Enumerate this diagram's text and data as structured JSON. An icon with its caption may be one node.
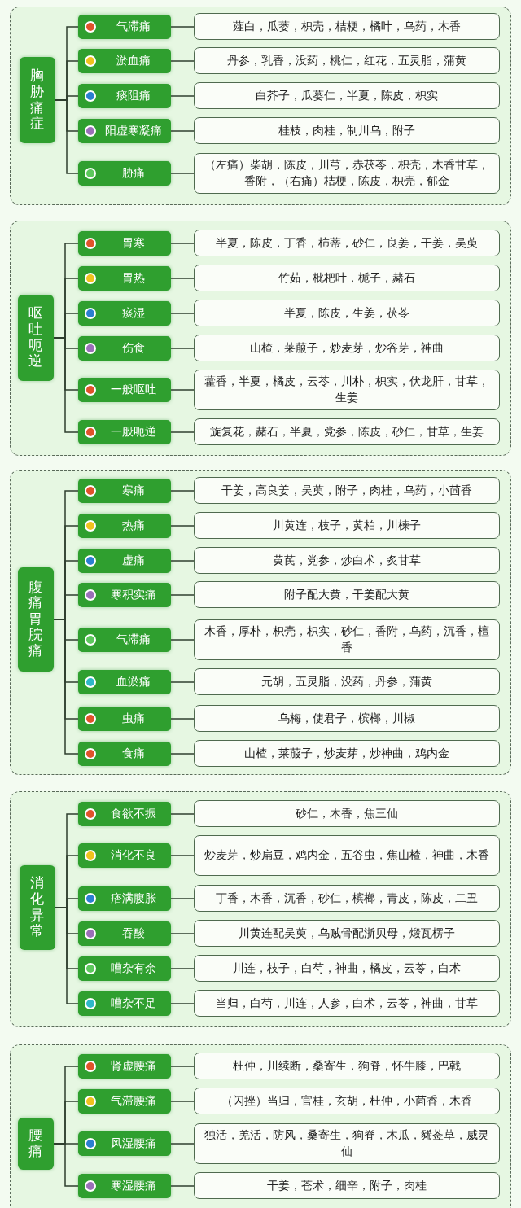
{
  "diagram": {
    "nodes": [
      {
        "text": [],
        "shape": "box"
      },
      {
        "text": [
          "胸胁痛症"
        ],
        "in": 0
      },
      {
        "text": [
          "气滞痛"
        ],
        "in": 0
      },
      {
        "text": [
          "薤白，瓜蒌，枳壳，桔梗，橘叶，乌药，木香"
        ],
        "in": 0
      },
      {
        "text": [
          "淤血痛"
        ],
        "in": 0
      },
      {
        "text": [
          "丹参，乳香，没药，桃仁，红花，五灵脂，蒲黄"
        ],
        "in": 0
      },
      {
        "text": [
          "痰阻痛"
        ],
        "in": 0
      },
      {
        "text": [
          "白芥子，瓜蒌仁，半夏，陈皮，枳实"
        ],
        "in": 0
      },
      {
        "text": [
          "阳虚寒凝痛"
        ],
        "in": 0
      },
      {
        "text": [
          "桂枝，肉桂，制川乌，附子"
        ],
        "in": 0
      },
      {
        "text": [
          "胁痛"
        ],
        "in": 0
      },
      {
        "text": [
          "（左痛）柴胡，陈皮，川芎，赤茯苓，枳壳，木香甘草，香附，（右痛）桔梗，陈皮，枳壳，郁金"
        ],
        "in": 0
      },
      {
        "text": [],
        "shape": "box"
      },
      {
        "text": [
          "呕吐呃逆"
        ],
        "in": 12
      },
      {
        "text": [
          "胃寒"
        ],
        "in": 12
      },
      {
        "text": [
          "半夏，陈皮，丁香，柿蒂，砂仁，良姜，干姜，吴萸"
        ],
        "in": 12
      },
      {
        "text": [
          "胃热"
        ],
        "in": 12
      },
      {
        "text": [
          "竹茹，枇杷叶，栀子，赭石"
        ],
        "in": 12
      },
      {
        "text": [
          "痰湿"
        ],
        "in": 12
      },
      {
        "text": [
          "半夏，陈皮，生姜，茯苓"
        ],
        "in": 12
      },
      {
        "text": [
          "伤食"
        ],
        "in": 12
      },
      {
        "text": [
          "山楂，莱菔子，炒麦芽，炒谷芽，神曲"
        ],
        "in": 12
      },
      {
        "text": [
          "一般呕吐"
        ],
        "in": 12
      },
      {
        "text": [
          "藿香，半夏，橘皮，云苓，川朴，枳实，伏龙肝，甘草，生姜"
        ],
        "in": 12
      },
      {
        "text": [
          "一般呃逆"
        ],
        "in": 12
      },
      {
        "text": [
          "旋复花，赭石，半夏，党参，陈皮，砂仁，甘草，生姜"
        ],
        "in": 12
      },
      {
        "text": [],
        "shape": "box"
      },
      {
        "text": [
          "腹痛胃脘痛"
        ],
        "in": 26
      },
      {
        "text": [
          "寒痛"
        ],
        "in": 26
      },
      {
        "text": [
          "干姜，高良姜，吴萸，附子，肉桂，乌药，小茴香"
        ],
        "in": 26
      },
      {
        "text": [
          "热痛"
        ],
        "in": 26
      },
      {
        "text": [
          "川黄连，枝子，黄柏，川楝子"
        ],
        "in": 26
      },
      {
        "text": [
          "虚痛"
        ],
        "in": 26
      },
      {
        "text": [
          "黄芪，党参，炒白术，炙甘草"
        ],
        "in": 26
      },
      {
        "text": [
          "寒积实痛"
        ],
        "in": 26
      },
      {
        "text": [
          "附子配大黄，干姜配大黄"
        ],
        "in": 26
      },
      {
        "text": [
          "气滞痛"
        ],
        "in": 26
      },
      {
        "text": [
          "木香，厚朴，枳壳，枳实，砂仁，香附，乌药，沉香，檀香"
        ],
        "in": 26
      },
      {
        "text": [
          "血淤痛"
        ],
        "in": 26
      },
      {
        "text": [
          "元胡，五灵脂，没药，丹参，蒲黄"
        ],
        "in": 26
      },
      {
        "text": [
          "虫痛"
        ],
        "in": 26
      },
      {
        "text": [
          "乌梅，使君子，槟榔，川椒"
        ],
        "in": 26
      },
      {
        "text": [
          "食痛"
        ],
        "in": 26
      },
      {
        "text": [
          "山楂，莱菔子，炒麦芽，炒神曲，鸡内金"
        ],
        "in": 26
      },
      {
        "text": [],
        "shape": "box"
      },
      {
        "text": [
          "消化异常"
        ],
        "in": 44
      },
      {
        "text": [
          "食欲不振"
        ],
        "in": 44
      },
      {
        "text": [
          "砂仁，木香，焦三仙"
        ],
        "in": 44
      },
      {
        "text": [
          "消化不良"
        ],
        "in": 44
      },
      {
        "text": [
          "炒麦芽，炒扁豆，鸡内金，五谷虫，焦山楂，神曲，木香"
        ],
        "in": 44
      },
      {
        "text": [
          "痞满腹胀"
        ],
        "in": 44
      },
      {
        "text": [
          "丁香，木香，沉香，砂仁，槟榔，青皮，陈皮，二丑"
        ],
        "in": 44
      },
      {
        "text": [
          "吞酸"
        ],
        "in": 44
      },
      {
        "text": [
          "川黄连配吴萸，乌贼骨配浙贝母，煅瓦楞子"
        ],
        "in": 44
      },
      {
        "text": [
          "嘈杂有余"
        ],
        "in": 44
      },
      {
        "text": [
          "川连，枝子，白芍，神曲，橘皮，云苓，白术"
        ],
        "in": 44
      },
      {
        "text": [
          "嘈杂不足"
        ],
        "in": 44
      },
      {
        "text": [
          "当归，白芍，川连，人参，白术，云苓，神曲，甘草"
        ],
        "in": 44
      },
      {
        "text": [],
        "shape": "box"
      },
      {
        "text": [
          "腰痛"
        ],
        "in": 58
      },
      {
        "text": [
          "肾虚腰痛"
        ],
        "in": 58
      },
      {
        "text": [
          "杜仲，川续断，桑寄生，狗脊，怀牛膝，巴戟"
        ],
        "in": 58
      },
      {
        "text": [
          "气滞腰痛"
        ],
        "in": 58
      },
      {
        "text": [
          "（闪挫）当归，官桂，玄胡，杜仲，小茴香，木香"
        ],
        "in": 58
      },
      {
        "text": [
          "风湿腰痛"
        ],
        "in": 58
      },
      {
        "text": [
          "独活，羌活，防风，桑寄生，狗脊，木瓜，豨莶草，威灵仙"
        ],
        "in": 58
      },
      {
        "text": [
          "寒湿腰痛"
        ],
        "in": 58
      },
      {
        "text": [
          "干姜，苍术，细辛，附子，肉桂"
        ],
        "in": 58
      }
    ],
    "edges": [
      {
        "from": 1,
        "to": 2,
        "arrow": "none"
      },
      {
        "from": 1,
        "to": 4,
        "arrow": "none"
      },
      {
        "from": 1,
        "to": 6,
        "arrow": "none"
      },
      {
        "from": 1,
        "to": 8,
        "arrow": "none"
      },
      {
        "from": 1,
        "to": 10,
        "arrow": "none"
      },
      {
        "from": 2,
        "to": 3,
        "arrow": "none"
      },
      {
        "from": 4,
        "to": 5,
        "arrow": "none"
      },
      {
        "from": 6,
        "to": 7,
        "arrow": "none"
      },
      {
        "from": 8,
        "to": 9,
        "arrow": "none"
      },
      {
        "from": 10,
        "to": 11,
        "arrow": "none"
      },
      {
        "from": 13,
        "to": 14,
        "arrow": "none"
      },
      {
        "from": 13,
        "to": 16,
        "arrow": "none"
      },
      {
        "from": 13,
        "to": 18,
        "arrow": "none"
      },
      {
        "from": 13,
        "to": 20,
        "arrow": "none"
      },
      {
        "from": 13,
        "to": 22,
        "arrow": "none"
      },
      {
        "from": 13,
        "to": 24,
        "arrow": "none"
      },
      {
        "from": 14,
        "to": 15,
        "arrow": "none"
      },
      {
        "from": 16,
        "to": 17,
        "arrow": "none"
      },
      {
        "from": 18,
        "to": 19,
        "arrow": "none"
      },
      {
        "from": 20,
        "to": 21,
        "arrow": "none"
      },
      {
        "from": 22,
        "to": 23,
        "arrow": "none"
      },
      {
        "from": 24,
        "to": 25,
        "arrow": "none"
      },
      {
        "from": 27,
        "to": 28,
        "arrow": "none"
      },
      {
        "from": 27,
        "to": 30,
        "arrow": "none"
      },
      {
        "from": 27,
        "to": 32,
        "arrow": "none"
      },
      {
        "from": 27,
        "to": 34,
        "arrow": "none"
      },
      {
        "from": 27,
        "to": 36,
        "arrow": "none"
      },
      {
        "from": 27,
        "to": 38,
        "arrow": "none"
      },
      {
        "from": 27,
        "to": 40,
        "arrow": "none"
      },
      {
        "from": 27,
        "to": 42,
        "arrow": "none"
      },
      {
        "from": 28,
        "to": 29,
        "arrow": "none"
      },
      {
        "from": 30,
        "to": 31,
        "arrow": "none"
      },
      {
        "from": 32,
        "to": 33,
        "arrow": "none"
      },
      {
        "from": 34,
        "to": 35,
        "arrow": "none"
      },
      {
        "from": 36,
        "to": 37,
        "arrow": "none"
      },
      {
        "from": 38,
        "to": 39,
        "arrow": "none"
      },
      {
        "from": 40,
        "to": 41,
        "arrow": "none"
      },
      {
        "from": 42,
        "to": 43,
        "arrow": "none"
      },
      {
        "from": 45,
        "to": 46,
        "arrow": "none"
      },
      {
        "from": 45,
        "to": 48,
        "arrow": "none"
      },
      {
        "from": 45,
        "to": 50,
        "arrow": "none"
      },
      {
        "from": 45,
        "to": 52,
        "arrow": "none"
      },
      {
        "from": 45,
        "to": 54,
        "arrow": "none"
      },
      {
        "from": 45,
        "to": 56,
        "arrow": "none"
      },
      {
        "from": 46,
        "to": 47,
        "arrow": "none"
      },
      {
        "from": 48,
        "to": 49,
        "arrow": "none"
      },
      {
        "from": 50,
        "to": 51,
        "arrow": "none"
      },
      {
        "from": 52,
        "to": 53,
        "arrow": "none"
      },
      {
        "from": 54,
        "to": 55,
        "arrow": "none"
      },
      {
        "from": 56,
        "to": 57,
        "arrow": "none"
      },
      {
        "from": 59,
        "to": 60,
        "arrow": "none"
      },
      {
        "from": 59,
        "to": 62,
        "arrow": "none"
      },
      {
        "from": 59,
        "to": 64,
        "arrow": "none"
      },
      {
        "from": 59,
        "to": 66,
        "arrow": "none"
      },
      {
        "from": 60,
        "to": 61,
        "arrow": "none"
      },
      {
        "from": 62,
        "to": 63,
        "arrow": "none"
      },
      {
        "from": 64,
        "to": 65,
        "arrow": "none"
      },
      {
        "from": 66,
        "to": 67,
        "arrow": "none"
      }
    ]
  }
}
